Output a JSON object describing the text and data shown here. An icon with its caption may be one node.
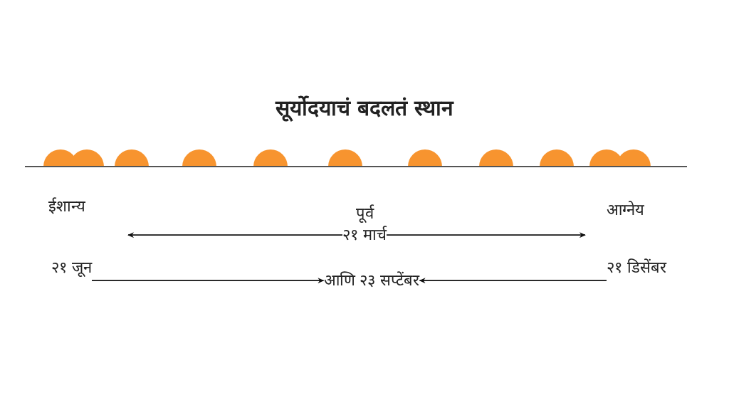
{
  "diagram": {
    "title": "सूर्योदयाचं बदलतं स्थान",
    "nodes": [
      {
        "text": [
          "२१ मार्च"
        ]
      },
      {
        "text": [
          "आणि २३ सप्टेंबर"
        ]
      },
      {
        "text": [
          "२१ जून"
        ]
      },
      {
        "text": [
          "२१ डिसेंबर"
        ]
      }
    ],
    "edges": [
      {
        "from": 0,
        "to": null,
        "arrow": "to"
      },
      {
        "from": 0,
        "to": null,
        "arrow": "to"
      },
      {
        "from": 2,
        "to": 1,
        "arrow": "to"
      },
      {
        "from": 3,
        "to": 1,
        "arrow": "to"
      }
    ],
    "labels": [
      "ईशान्य",
      "पूर्व",
      "आग्नेय"
    ]
  }
}
